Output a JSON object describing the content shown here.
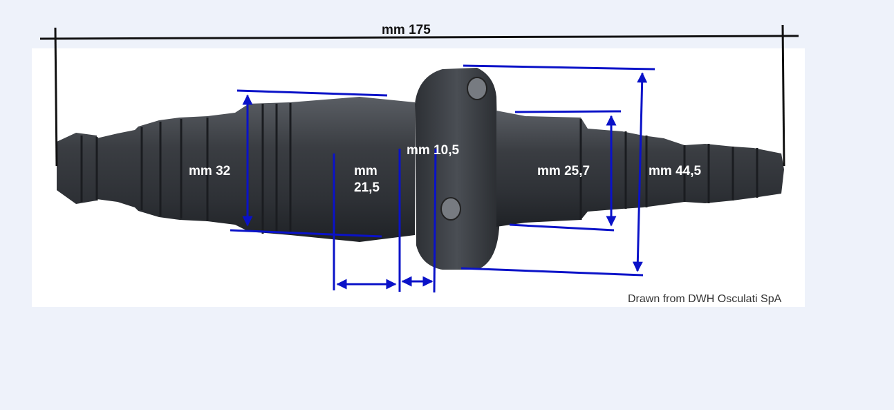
{
  "dimensions": {
    "overall_length": "mm 175",
    "left_diameter": "mm 32",
    "left_body_length_line1": "mm",
    "left_body_length_line2": "21,5",
    "flange_thickness": "mm 10,5",
    "right_diameter": "mm 25,7",
    "flange_diameter": "mm 44,5"
  },
  "credit": "Drawn from DWH Osculati SpA",
  "colors": {
    "dimension_line": "#0a12c8",
    "part_body": "#3c3f44",
    "part_highlight": "#6a6e74",
    "background": "#eef2fa",
    "panel": "#ffffff"
  }
}
